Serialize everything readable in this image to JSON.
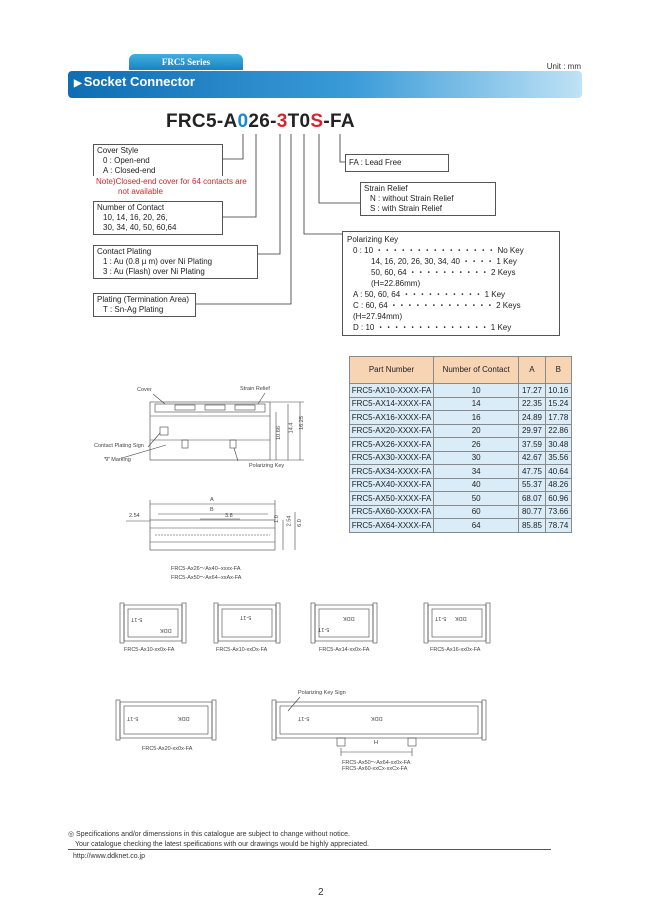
{
  "header": {
    "series_tab": "FRC5 Series",
    "unit": "Unit : mm",
    "section_title": "Socket Connector"
  },
  "part_number": {
    "parts": [
      {
        "text": "FRC5-A",
        "color": "plain"
      },
      {
        "text": "0",
        "color": "blue"
      },
      {
        "text": "26-",
        "color": "plain"
      },
      {
        "text": "3",
        "color": "red"
      },
      {
        "text": "T0",
        "color": "plain"
      },
      {
        "text": "S",
        "color": "red"
      },
      {
        "text": "-FA",
        "color": "plain"
      }
    ]
  },
  "legend": {
    "cover_style": {
      "title": "Cover Style",
      "items": [
        "0 : Open-end",
        "A : Closed-end"
      ],
      "note_line1": "Note)Closed-end cover for 64 contacts are",
      "note_line2": "not available"
    },
    "contacts": {
      "title": "Number of Contact",
      "line1": "10, 14, 16, 20, 26,",
      "line2": "30, 34, 40, 50, 60,64"
    },
    "plating": {
      "title": "Contact Plating",
      "item1": "1 : Au (0.8 µ m) over Ni Plating",
      "item2": "3 : Au (Flash) over Ni Plating"
    },
    "termination": {
      "title": "Plating (Termination Area)",
      "item1": "T : Sn-Ag Plating"
    },
    "lead_free": {
      "text": "FA : Lead Free"
    },
    "strain_relief": {
      "title": "Strain Relief",
      "item1": "N : without Strain Relief",
      "item2": "S : with Strain Relief"
    },
    "polarizing": {
      "title": "Polarizing Key",
      "lines": [
        "0 : 10 ・・・・・・・・・・・・・・・ No Key",
        "14, 16, 20, 26, 30, 34, 40 ・・・・ 1 Key",
        "50, 60, 64 ・・・・・・・・・・ 2 Keys (H=22.86mm)",
        "A : 50, 60, 64 ・・・・・・・・・・ 1 Key",
        "C : 60, 64 ・・・・・・・・・・・・・ 2 Keys (H=27.94mm)",
        "D : 10 ・・・・・・・・・・・・・・ 1 Key"
      ]
    }
  },
  "table": {
    "headers": [
      "Part Number",
      "Number of Contact",
      "A",
      "B"
    ],
    "rows": [
      [
        "FRC5-AX10-XXXX-FA",
        "10",
        "17.27",
        "10.16"
      ],
      [
        "FRC5-AX14-XXXX-FA",
        "14",
        "22.35",
        "15.24"
      ],
      [
        "FRC5-AX16-XXXX-FA",
        "16",
        "24.89",
        "17.78"
      ],
      [
        "FRC5-AX20-XXXX-FA",
        "20",
        "29.97",
        "22.86"
      ],
      [
        "FRC5-AX26-XXXX-FA",
        "26",
        "37.59",
        "30.48"
      ],
      [
        "FRC5-AX30-XXXX-FA",
        "30",
        "42.67",
        "35.56"
      ],
      [
        "FRC5-AX34-XXXX-FA",
        "34",
        "47.75",
        "40.64"
      ],
      [
        "FRC5-AX40-XXXX-FA",
        "40",
        "55.37",
        "48.26"
      ],
      [
        "FRC5-AX50-XXXX-FA",
        "50",
        "68.07",
        "60.96"
      ],
      [
        "FRC5-AX60-XXXX-FA",
        "60",
        "80.77",
        "73.66"
      ],
      [
        "FRC5-AX64-XXXX-FA",
        "64",
        "85.85",
        "78.74"
      ]
    ]
  },
  "drawing": {
    "cover": "Cover",
    "strain_relief": "Strain Relief",
    "contact_plating_sign": "Contact Plating Sign",
    "v_marking": "'∇' Marking",
    "polarizing_key": "Polarizing Key",
    "dim_1066": "10.66",
    "dim_144": "14.4",
    "dim_1625": "16.25",
    "dim_a": "A",
    "dim_b": "B",
    "dim_254a": "2.54",
    "dim_38": "3.8",
    "dim_10": "1.0",
    "dim_254b": "2.54",
    "dim_60": "6.0",
    "cap1": "FRC5-Ax26～Ax40−xxxx-FA",
    "cap2": "FRC5-Ax50～Ax64−xxAx-FA",
    "v1": "FRC5-Ax10-xx0x-FA",
    "v2": "FRC5-Ax10-xxDx-FA",
    "v3": "FRC5-Ax14-xx0x-FA",
    "v4": "FRC5-Ax16-xx0x-FA",
    "v5": "FRC5-Ax20-xx0x-FA",
    "polarizing_key_sign": "Polarizing Key Sign",
    "dim_h": "H",
    "v6a": "FRC5-Ax50～Ax64-xx0x-FA",
    "v6b": "FRC5-Ax60-xxCx-xxCx-FA",
    "mark_5it": "5-1T",
    "mark_ddk": "DDK",
    "mark_s": "S"
  },
  "footer": {
    "note1": "◎ Specifications and/or dimenssions in this catalogue are subject to change without notice.",
    "note2": "Your catalogue checking the latest speifications with our drawings would be highly appreciated.",
    "url": "http://www.ddknet.co.jp",
    "page": "2"
  }
}
